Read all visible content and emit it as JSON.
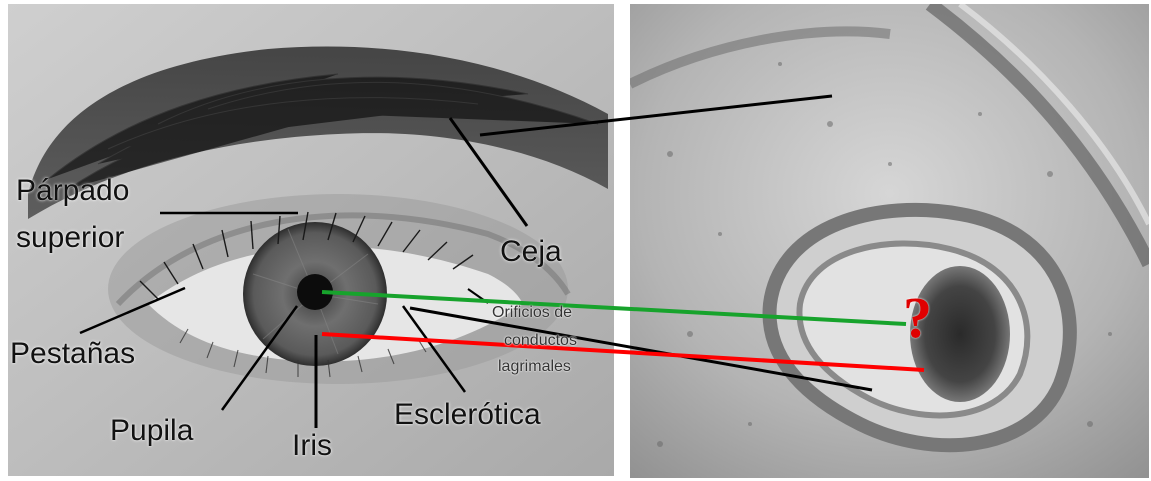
{
  "labels": {
    "parpado_line1": "Párpado",
    "parpado_line2": "superior",
    "ceja": "Ceja",
    "pestanas": "Pestañas",
    "orificios_line1": "Orificios de",
    "orificios_line2": "conductos",
    "orificios_line3": "lagrimales",
    "pupila": "Pupila",
    "iris": "Iris",
    "esclerotica": "Esclerótica"
  },
  "question_mark": "?",
  "colors": {
    "green_line": "#17a32c",
    "red_line": "#ff0000",
    "black_line": "#000000",
    "question_mark": "#e00000"
  }
}
